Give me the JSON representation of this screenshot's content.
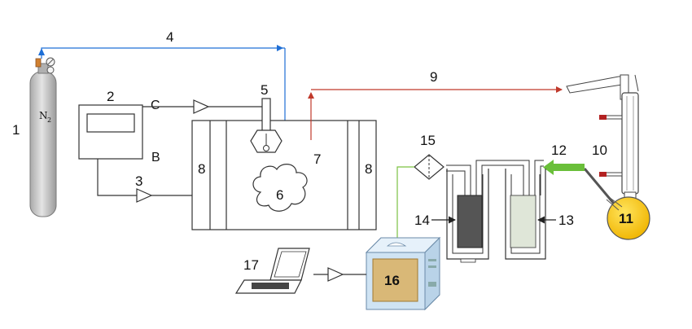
{
  "labels": {
    "n1": "1",
    "n2": "2",
    "n3": "3",
    "n4": "4",
    "n5": "5",
    "n6": "6",
    "n7": "7",
    "n8_left": "8",
    "n8_right": "8",
    "n9": "9",
    "n10": "10",
    "n11": "11",
    "n12": "12",
    "n13": "13",
    "n14": "14",
    "n15": "15",
    "n16": "16",
    "n17": "17",
    "c": "C",
    "b": "B",
    "gas_main": "N",
    "gas_sub": "2"
  },
  "colors": {
    "gas_line": "#1f6fd6",
    "vapor_line": "#c0392b",
    "signal_line": "#7cc242",
    "green_arrow": "#6abf3a",
    "flask": "#f5c518",
    "cylinder": "#c9c9c9",
    "sensor_dark": "#555555",
    "sensor_light": "#dfe6d8",
    "box_body": "#cfe3f3",
    "box_screen": "#d9b877",
    "stroke": "#333333"
  }
}
